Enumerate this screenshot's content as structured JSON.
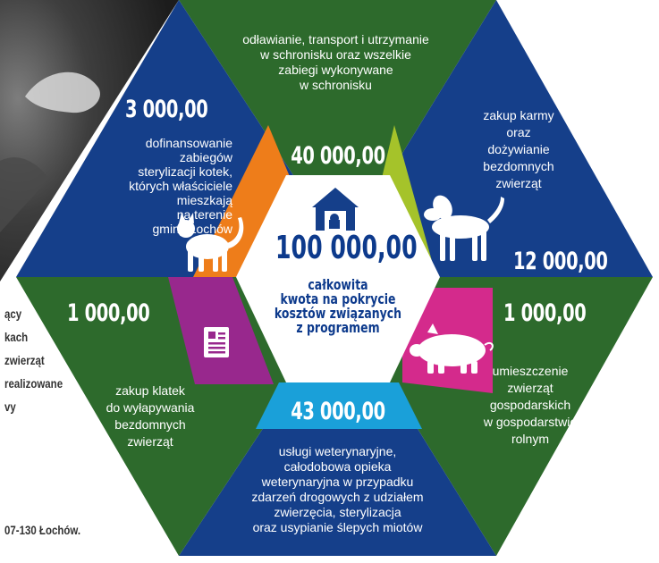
{
  "center": {
    "amount": "100 000,00",
    "description": "całkowita\nkwota na pokrycie\nkosztów związanych\nz programem"
  },
  "segments": {
    "top": {
      "amount": "40 000,00",
      "text": "odławianie, transport i utrzymanie\nw schronisku oraz wszelkie\nzabiegi wykonywane\nw schronisku"
    },
    "top_right": {
      "amount": "12 000,00",
      "text": "zakup karmy\noraz\ndożywianie\nbezdomnych\nzwierząt"
    },
    "bottom_right": {
      "amount": "1 000,00",
      "text": "umieszczenie\nzwierząt\ngospodarskich\nw gospodarstwie\nrolnym"
    },
    "bottom": {
      "amount": "43 000,00",
      "text": "usługi weterynaryjne,\ncałodobowa opieka\nweterynaryjna w przypadku\nzdarzeń drogowych z udziałem\nzwierzęcia, sterylizacja\noraz usypianie ślepych miotów"
    },
    "bottom_left": {
      "amount": "1 000,00",
      "text": "zakup klatek\ndo wyłapywania\nbezdomnych\nzwierząt"
    },
    "top_left": {
      "amount": "3 000,00",
      "text": "dofinansowanie\nzabiegów\nsterylizacji kotek,\nktórych właściciele\nmieszkają\nna terenie\ngminy Łochów"
    }
  },
  "left_fragment": {
    "lines": [
      "ący",
      "kach",
      "zwierząt",
      "realizowane",
      "vy"
    ],
    "address": "07-130 Łochów."
  },
  "colors": {
    "dark_blue": "#153f8a",
    "dark_green": "#2d6a2c",
    "orange": "#ee7d1a",
    "lime": "#a5c32a",
    "magenta": "#d42a8c",
    "purple": "#98288d",
    "cyan": "#1aa0d9",
    "center_text": "#0d3a8c"
  },
  "icons": [
    "house-dog-icon",
    "dog-icon",
    "cat-icon",
    "pig-icon",
    "document-icon",
    "photo-background"
  ]
}
